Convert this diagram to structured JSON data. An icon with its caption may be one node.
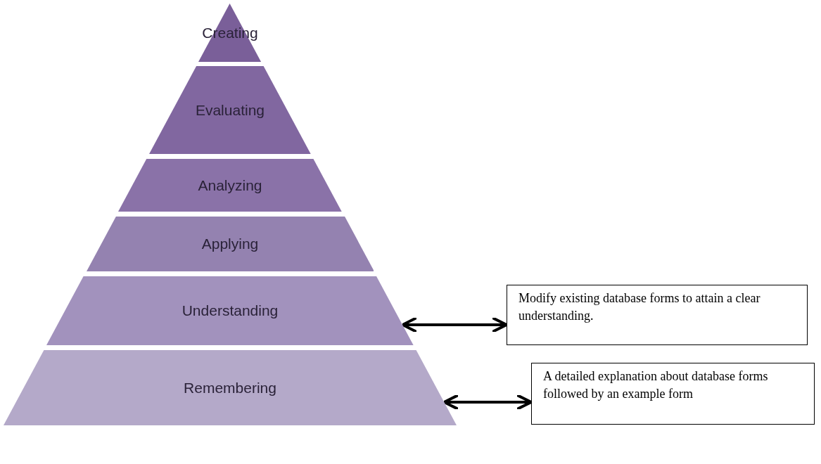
{
  "diagram": {
    "nodes": [
      {
        "text": [
          "Creating"
        ]
      },
      {
        "text": [
          "Evaluating"
        ]
      },
      {
        "text": [
          "Analyzing"
        ]
      },
      {
        "text": [
          "Applying"
        ]
      },
      {
        "text": [
          "Understanding"
        ]
      },
      {
        "text": [
          "Remembering"
        ]
      },
      {
        "text": [
          "Modify existing database forms to attain a clear understanding."
        ]
      },
      {
        "text": [
          "A detailed explanation about database forms followed by an example form"
        ]
      }
    ],
    "edges": [
      {
        "from": 4,
        "to": 6,
        "arrow": "both"
      },
      {
        "from": 5,
        "to": 7,
        "arrow": "both"
      }
    ]
  }
}
